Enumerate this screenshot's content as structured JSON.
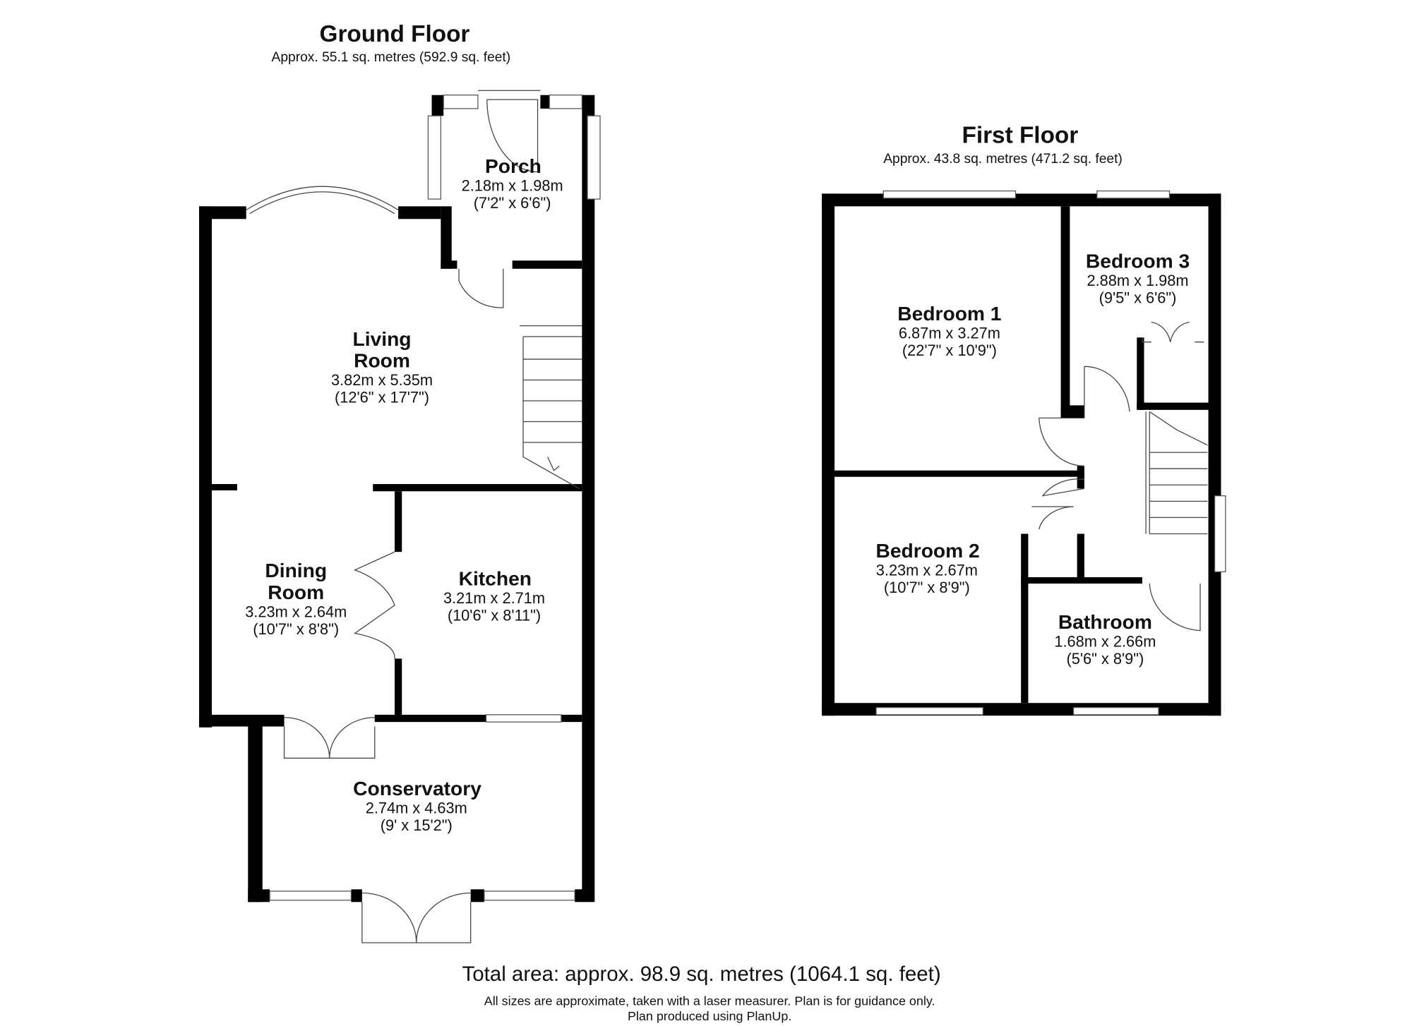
{
  "ground_floor": {
    "title": "Ground Floor",
    "area": "Approx. 55.1 sq. metres (592.9 sq. feet)",
    "rooms": [
      {
        "name": "Porch",
        "metric": "2.18m x 1.98m",
        "imperial": "(7'2\" x 6'6\")"
      },
      {
        "name_line1": "Living",
        "name_line2": "Room",
        "metric": "3.82m x 5.35m",
        "imperial": "(12'6\" x 17'7\")"
      },
      {
        "name_line1": "Dining",
        "name_line2": "Room",
        "metric": "3.23m x 2.64m",
        "imperial": "(10'7\" x 8'8\")"
      },
      {
        "name": "Kitchen",
        "metric": "3.21m x 2.71m",
        "imperial": "(10'6\" x 8'11\")"
      },
      {
        "name": "Conservatory",
        "metric": "2.74m x 4.63m",
        "imperial": "(9' x 15'2\")"
      }
    ]
  },
  "first_floor": {
    "title": "First Floor",
    "area": "Approx. 43.8 sq. metres (471.2 sq. feet)",
    "rooms": [
      {
        "name": "Bedroom 1",
        "metric": "6.87m x 3.27m",
        "imperial": "(22'7\" x 10'9\")"
      },
      {
        "name": "Bedroom 3",
        "metric": "2.88m x 1.98m",
        "imperial": "(9'5\" x 6'6\")"
      },
      {
        "name": "Bedroom 2",
        "metric": "3.23m x 2.67m",
        "imperial": "(10'7\" x 8'9\")"
      },
      {
        "name": "Bathroom",
        "metric": "1.68m x 2.66m",
        "imperial": "(5'6\" x 8'9\")"
      }
    ]
  },
  "footer": {
    "total": "Total area: approx. 98.9 sq. metres (1064.1 sq. feet)",
    "disclaimer": "All sizes are approximate, taken with a laser measurer. Plan is for guidance only.",
    "credit": "Plan produced using PlanUp."
  }
}
